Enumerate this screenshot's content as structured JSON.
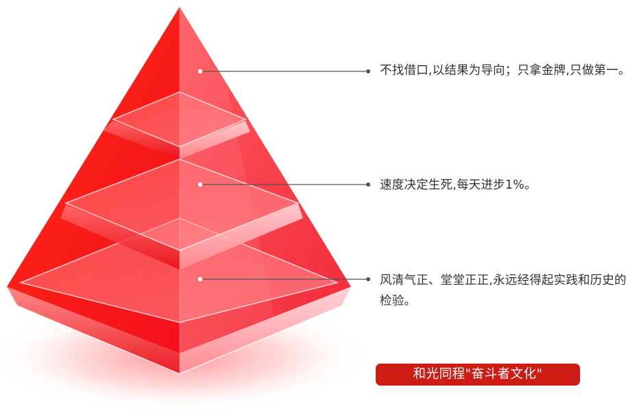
{
  "pyramid": {
    "levels": [
      {
        "text": "不找借口,以结果为导向；只拿金牌,只做第一。"
      },
      {
        "text": "速度决定生死,每天进步1%。"
      },
      {
        "text": "风清气正、堂堂正正,永远经得起实践和历史的检验。"
      }
    ]
  },
  "badge": {
    "label": "和光同程\"奋斗者文化\""
  },
  "colors": {
    "primary_red": "#f0141c",
    "badge_red": "#cc1c14",
    "text": "#333333"
  }
}
